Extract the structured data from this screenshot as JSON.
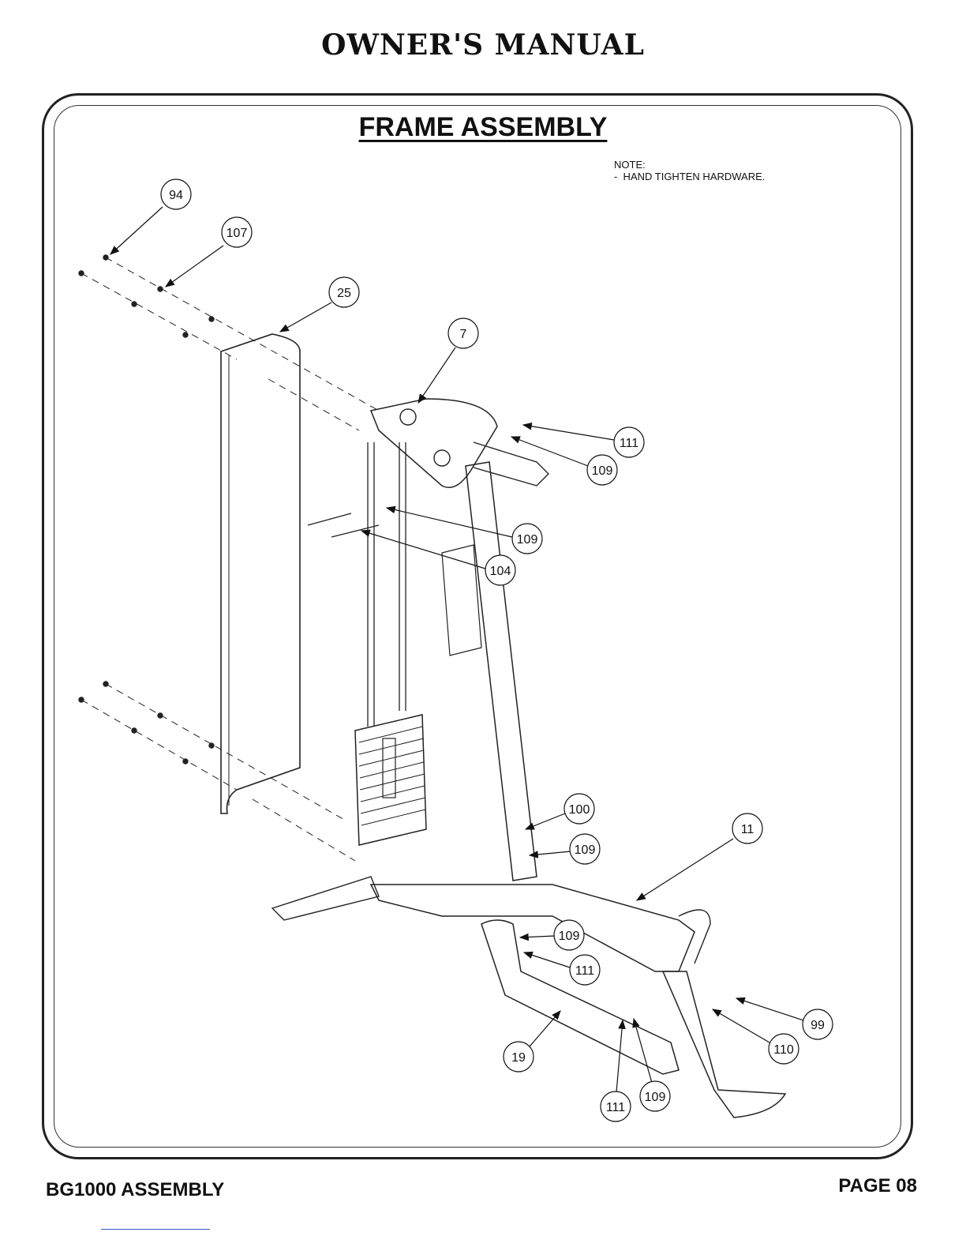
{
  "header": {
    "title": "OWNER'S MANUAL"
  },
  "section": {
    "title": "FRAME ASSEMBLY"
  },
  "note": {
    "heading": "NOTE:",
    "line": "-  HAND TIGHTEN HARDWARE."
  },
  "callouts": [
    {
      "id": "c94",
      "label": "94"
    },
    {
      "id": "c107",
      "label": "107"
    },
    {
      "id": "c25",
      "label": "25"
    },
    {
      "id": "c7",
      "label": "7"
    },
    {
      "id": "c111a",
      "label": "111"
    },
    {
      "id": "c109a",
      "label": "109"
    },
    {
      "id": "c109b",
      "label": "109"
    },
    {
      "id": "c104",
      "label": "104"
    },
    {
      "id": "c100",
      "label": "100"
    },
    {
      "id": "c11",
      "label": "11"
    },
    {
      "id": "c109c",
      "label": "109"
    },
    {
      "id": "c109d",
      "label": "109"
    },
    {
      "id": "c111b",
      "label": "111"
    },
    {
      "id": "c99",
      "label": "99"
    },
    {
      "id": "c110",
      "label": "110"
    },
    {
      "id": "c19",
      "label": "19"
    },
    {
      "id": "c111c",
      "label": "111"
    },
    {
      "id": "c109e",
      "label": "109"
    }
  ],
  "footer": {
    "left": "BG1000 ASSEMBLY",
    "right": "PAGE 08"
  }
}
